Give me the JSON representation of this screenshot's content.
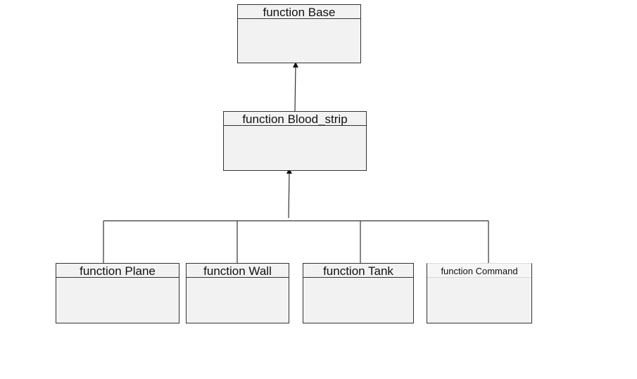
{
  "diagram": {
    "classes": {
      "base": {
        "title": "function Base"
      },
      "blood_strip": {
        "title": "function Blood_strip"
      },
      "plane": {
        "title": "function Plane"
      },
      "wall": {
        "title": "function Wall"
      },
      "tank": {
        "title": "function Tank"
      },
      "command": {
        "title": "function Command"
      }
    },
    "relations": [
      {
        "from": "blood_strip",
        "to": "base",
        "kind": "inheritance"
      },
      {
        "from": "plane",
        "to": "blood_strip",
        "kind": "inheritance"
      },
      {
        "from": "wall",
        "to": "blood_strip",
        "kind": "inheritance"
      },
      {
        "from": "tank",
        "to": "blood_strip",
        "kind": "inheritance"
      },
      {
        "from": "command",
        "to": "blood_strip",
        "kind": "inheritance"
      }
    ],
    "colors": {
      "box_fill": "#f2f2f2",
      "line": "#333333"
    }
  }
}
